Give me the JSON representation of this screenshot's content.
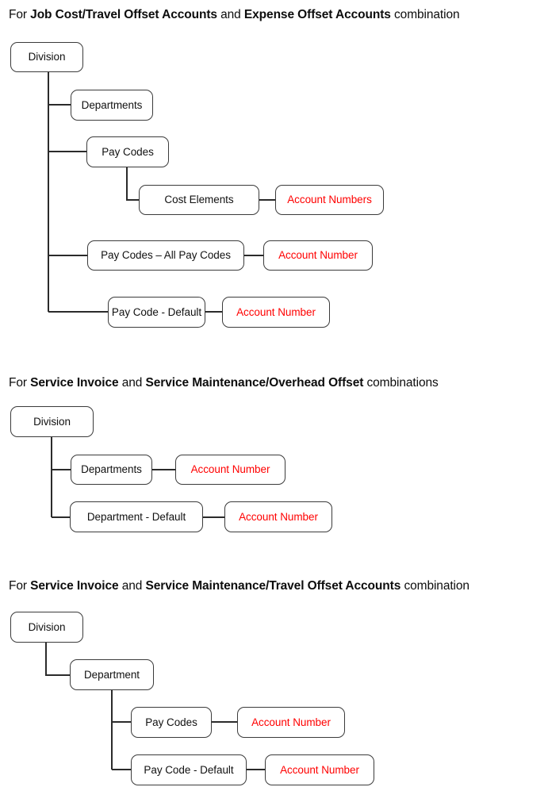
{
  "page": {
    "background": "#ffffff",
    "text_color": "#111111",
    "accent_color": "#ff0000",
    "border_color": "#3b3b3b",
    "line_color": "#2b2b2b"
  },
  "sections": [
    {
      "id": "job-cost-travel-expense",
      "heading": {
        "prefix": "For ",
        "bold1": "Job Cost/Travel Offset Accounts",
        "middle": " and ",
        "bold2": "Expense Offset Accounts",
        "suffix": " combination"
      },
      "nodes": {
        "division": "Division",
        "departments": "Departments",
        "pay_codes": "Pay Codes",
        "cost_elements": "Cost Elements",
        "account_numbers": "Account Numbers",
        "pay_codes_all": "Pay Codes – All Pay Codes",
        "account_number_all": "Account Number",
        "pay_code_default": "Pay Code - Default",
        "account_number_default": "Account Number"
      }
    },
    {
      "id": "service-invoice-overhead",
      "heading": {
        "prefix": "For ",
        "bold1": "Service Invoice",
        "middle": " and ",
        "bold2": "Service Maintenance/Overhead Offset",
        "suffix": " combinations"
      },
      "nodes": {
        "division": "Division",
        "departments": "Departments",
        "account_number_departments": "Account Number",
        "department_default": "Department - Default",
        "account_number_default": "Account Number"
      }
    },
    {
      "id": "service-invoice-travel",
      "heading": {
        "prefix": "For ",
        "bold1": "Service Invoice",
        "middle": " and ",
        "bold2": "Service Maintenance/Travel Offset Accounts",
        "suffix": " combination"
      },
      "nodes": {
        "division": "Division",
        "department": "Department",
        "pay_codes": "Pay Codes",
        "account_number_pay_codes": "Account Number",
        "pay_code_default": "Pay Code - Default",
        "account_number_default": "Account Number"
      }
    }
  ]
}
